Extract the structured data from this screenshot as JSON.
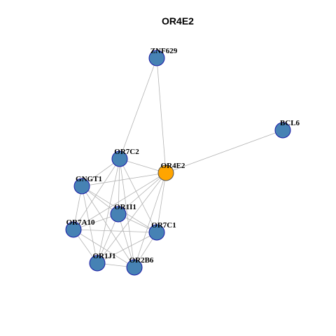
{
  "title": "OR4E2",
  "colors": {
    "node_fill": "#4682b4",
    "center_fill": "#ffa500",
    "edge": "#b3b3b3"
  },
  "nodes": [
    {
      "id": "ZNF629",
      "label": "ZNF629",
      "center": false
    },
    {
      "id": "BCL6",
      "label": "BCL6",
      "center": false
    },
    {
      "id": "OR7C2",
      "label": "OR7C2",
      "center": false
    },
    {
      "id": "OR4E2",
      "label": "OR4E2",
      "center": true
    },
    {
      "id": "GNGT1",
      "label": "GNGT1",
      "center": false
    },
    {
      "id": "OR1I1",
      "label": "OR1I1",
      "center": false
    },
    {
      "id": "OR7A10",
      "label": "OR7A10",
      "center": false
    },
    {
      "id": "OR7C1",
      "label": "OR7C1",
      "center": false
    },
    {
      "id": "OR1J1",
      "label": "OR1J1",
      "center": false
    },
    {
      "id": "OR2B6",
      "label": "OR2B6",
      "center": false
    }
  ],
  "edges": [
    [
      "ZNF629",
      "OR7C2"
    ],
    [
      "ZNF629",
      "OR4E2"
    ],
    [
      "BCL6",
      "OR4E2"
    ],
    [
      "OR7C2",
      "OR4E2"
    ],
    [
      "OR7C2",
      "GNGT1"
    ],
    [
      "OR7C2",
      "OR1I1"
    ],
    [
      "OR7C2",
      "OR7A10"
    ],
    [
      "OR7C2",
      "OR7C1"
    ],
    [
      "OR7C2",
      "OR1J1"
    ],
    [
      "OR7C2",
      "OR2B6"
    ],
    [
      "OR4E2",
      "GNGT1"
    ],
    [
      "OR4E2",
      "OR1I1"
    ],
    [
      "OR4E2",
      "OR7A10"
    ],
    [
      "OR4E2",
      "OR7C1"
    ],
    [
      "OR4E2",
      "OR1J1"
    ],
    [
      "OR4E2",
      "OR2B6"
    ],
    [
      "GNGT1",
      "OR1I1"
    ],
    [
      "GNGT1",
      "OR7A10"
    ],
    [
      "GNGT1",
      "OR7C1"
    ],
    [
      "GNGT1",
      "OR1J1"
    ],
    [
      "GNGT1",
      "OR2B6"
    ],
    [
      "OR1I1",
      "OR7A10"
    ],
    [
      "OR1I1",
      "OR7C1"
    ],
    [
      "OR1I1",
      "OR1J1"
    ],
    [
      "OR1I1",
      "OR2B6"
    ],
    [
      "OR7A10",
      "OR7C1"
    ],
    [
      "OR7A10",
      "OR1J1"
    ],
    [
      "OR7A10",
      "OR2B6"
    ],
    [
      "OR7C1",
      "OR1J1"
    ],
    [
      "OR7C1",
      "OR2B6"
    ],
    [
      "OR1J1",
      "OR2B6"
    ]
  ]
}
